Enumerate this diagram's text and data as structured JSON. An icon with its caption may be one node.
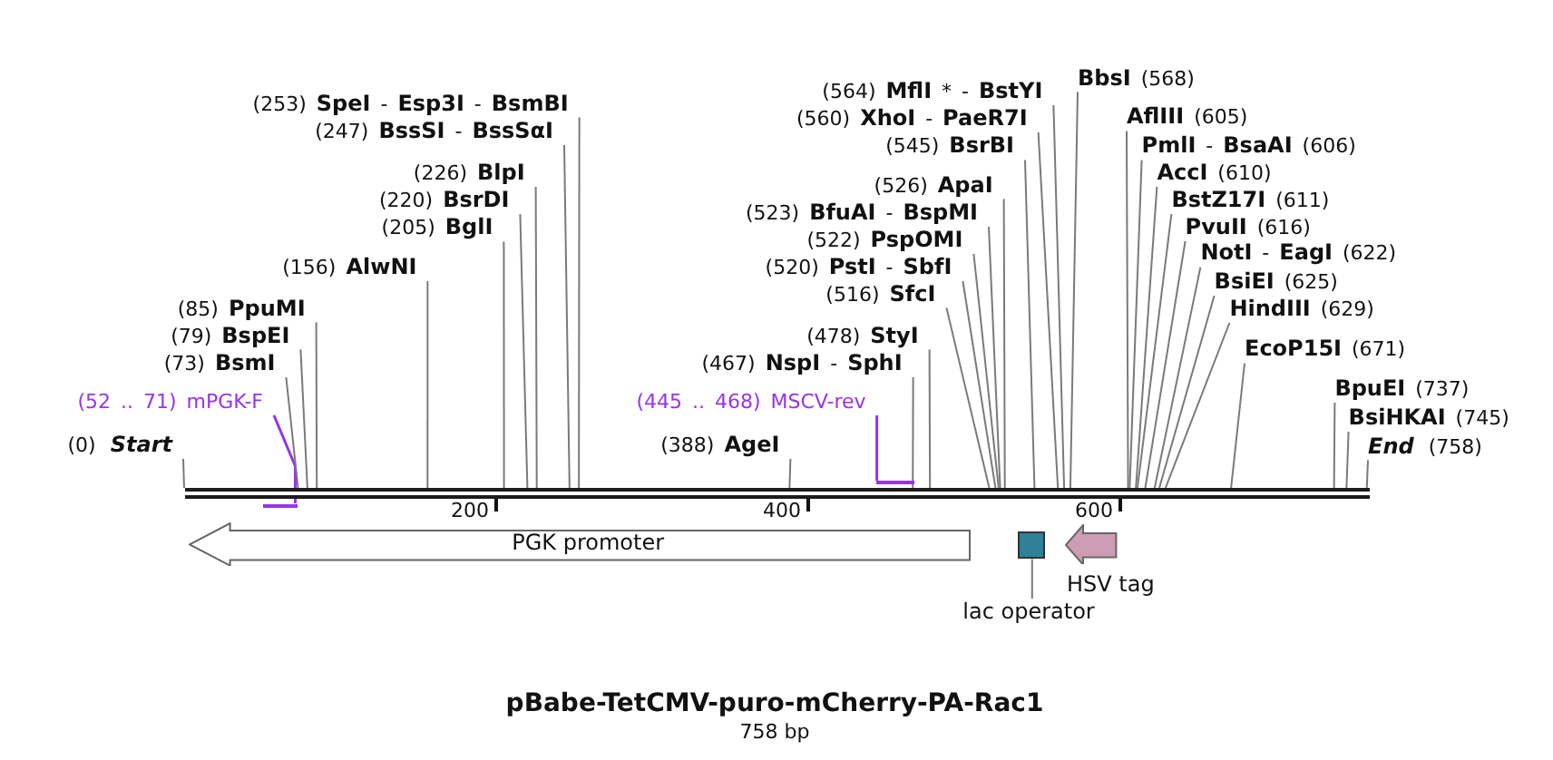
{
  "diagram": {
    "title": "pBabe-TetCMV-puro-mCherry-PA-Rac1",
    "caption": "758 bp",
    "nodes": [
      {
        "text": [
          "(0)",
          "Start"
        ]
      },
      {
        "text": [
          "(52 .. 71) mPGK-F"
        ]
      },
      {
        "text": [
          "(73) **BsmI**"
        ]
      },
      {
        "text": [
          "(79) **BspEI**"
        ]
      },
      {
        "text": [
          "(85) **PpuMI**"
        ]
      },
      {
        "text": [
          "(156) **AlwNI**"
        ]
      },
      {
        "text": [
          "(205) **BglI**"
        ]
      },
      {
        "text": [
          "(220) **BsrDI**"
        ]
      },
      {
        "text": [
          "(226) **BlpI**"
        ]
      },
      {
        "text": [
          "(247) **BssSI** - **BssSαI**"
        ]
      },
      {
        "text": [
          "(253) **SpeI** - **Esp3I** - **BsmBI**"
        ]
      },
      {
        "text": [
          "(388) **AgeI**"
        ]
      },
      {
        "text": [
          "(445 .. 468) MSCV-rev"
        ]
      },
      {
        "text": [
          "(467) **NspI** - **SphI**"
        ]
      },
      {
        "text": [
          "(478) **StyI**"
        ]
      },
      {
        "text": [
          "(516) **SfcI**"
        ]
      },
      {
        "text": [
          "(520) **PstI** - **SbfI**"
        ]
      },
      {
        "text": [
          "(522) **PspOMI**"
        ]
      },
      {
        "text": [
          "(523) **BfuAI** - **BspMI**"
        ]
      },
      {
        "text": [
          "(526) **ApaI**"
        ]
      },
      {
        "text": [
          "(545) **BsrBI**"
        ]
      },
      {
        "text": [
          "(560) **XhoI** - **PaeR7I**"
        ]
      },
      {
        "text": [
          "(564) **MflI** * - **BstYI**"
        ]
      },
      {
        "text": [
          "**BbsI** (568)"
        ]
      },
      {
        "text": [
          "**AflIII** (605)"
        ]
      },
      {
        "text": [
          "**PmlI** - **BsaAI** (606)"
        ]
      },
      {
        "text": [
          "**AccI** (610)"
        ]
      },
      {
        "text": [
          "**BstZ17I** (611)"
        ]
      },
      {
        "text": [
          "**PvuII** (616)"
        ]
      },
      {
        "text": [
          "**NotI** - **EagI** (622)"
        ]
      },
      {
        "text": [
          "**BsiEI** (625)"
        ]
      },
      {
        "text": [
          "**HindIII** (629)"
        ]
      },
      {
        "text": [
          "**EcoP15I** (671)"
        ]
      },
      {
        "text": [
          "**BpuEI** (737)"
        ]
      },
      {
        "text": [
          "**BsiHKAI** (745)"
        ]
      },
      {
        "text": [
          "End",
          "(758)"
        ]
      },
      {
        "text": [],
        "shape": "bar"
      },
      {
        "text": [],
        "shape": "bar"
      },
      {
        "text": [],
        "shape": "bar"
      },
      {
        "text": [
          "PGK promoter"
        ]
      },
      {
        "text": [],
        "shape": "box"
      },
      {
        "text": [],
        "shape": "arrow",
        "beside": [
          "HSV tag"
        ]
      },
      {
        "text": [
          "lac operator"
        ]
      }
    ],
    "edges": [
      {
        "from": 0,
        "to": 36,
        "arrow": "none"
      },
      {
        "from": 1,
        "to": 37,
        "arrow": "none",
        "color": "#9933ee"
      },
      {
        "from": 2,
        "to": 36,
        "arrow": "none"
      },
      {
        "from": 3,
        "to": 36,
        "arrow": "none"
      },
      {
        "from": 4,
        "to": 36,
        "arrow": "none"
      },
      {
        "from": 5,
        "to": 36,
        "arrow": "none"
      },
      {
        "from": 6,
        "to": 36,
        "arrow": "none"
      },
      {
        "from": 7,
        "to": 36,
        "arrow": "none"
      },
      {
        "from": 8,
        "to": 36,
        "arrow": "none"
      },
      {
        "from": 9,
        "to": 36,
        "arrow": "none"
      },
      {
        "from": 10,
        "to": 36,
        "arrow": "none"
      },
      {
        "from": 11,
        "to": 36,
        "arrow": "none"
      },
      {
        "from": 12,
        "to": 38,
        "arrow": "none",
        "color": "#9933ee"
      },
      {
        "from": 13,
        "to": 36,
        "arrow": "none"
      },
      {
        "from": 14,
        "to": 36,
        "arrow": "none"
      },
      {
        "from": 15,
        "to": 36,
        "arrow": "none"
      },
      {
        "from": 16,
        "to": 36,
        "arrow": "none"
      },
      {
        "from": 17,
        "to": 36,
        "arrow": "none"
      },
      {
        "from": 18,
        "to": 36,
        "arrow": "none"
      },
      {
        "from": 19,
        "to": 36,
        "arrow": "none"
      },
      {
        "from": 20,
        "to": 36,
        "arrow": "none"
      },
      {
        "from": 21,
        "to": 36,
        "arrow": "none"
      },
      {
        "from": 22,
        "to": 36,
        "arrow": "none"
      },
      {
        "from": 23,
        "to": 36,
        "arrow": "none"
      },
      {
        "from": 24,
        "to": 36,
        "arrow": "none"
      },
      {
        "from": 25,
        "to": 36,
        "arrow": "none"
      },
      {
        "from": 26,
        "to": 36,
        "arrow": "none"
      },
      {
        "from": 27,
        "to": 36,
        "arrow": "none"
      },
      {
        "from": 28,
        "to": 36,
        "arrow": "none"
      },
      {
        "from": 29,
        "to": 36,
        "arrow": "none"
      },
      {
        "from": 30,
        "to": 36,
        "arrow": "none"
      },
      {
        "from": 31,
        "to": 36,
        "arrow": "none"
      },
      {
        "from": 32,
        "to": 36,
        "arrow": "none"
      },
      {
        "from": 33,
        "to": 36,
        "arrow": "none"
      },
      {
        "from": 34,
        "to": 36,
        "arrow": "none"
      },
      {
        "from": 35,
        "to": 36,
        "arrow": "none"
      },
      {
        "from": 42,
        "to": 40,
        "arrow": "none"
      }
    ],
    "labels": [
      "200",
      "400",
      "600"
    ]
  }
}
